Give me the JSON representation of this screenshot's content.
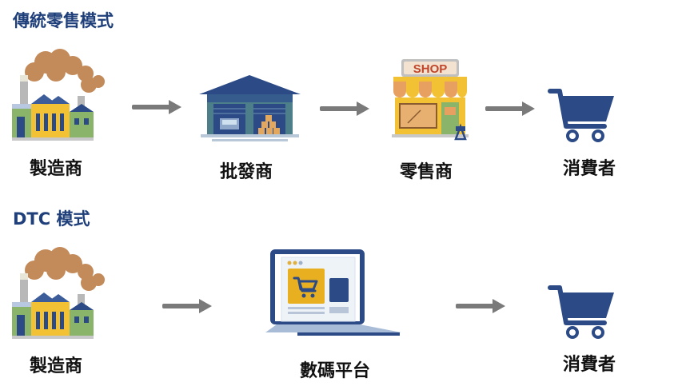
{
  "sections": [
    {
      "title": "傳統零售模式",
      "nodes": [
        {
          "label": "製造商",
          "icon": "factory-icon"
        },
        {
          "label": "批發商",
          "icon": "warehouse-icon"
        },
        {
          "label": "零售商",
          "icon": "shop-icon"
        },
        {
          "label": "消費者",
          "icon": "shopping-cart-icon"
        }
      ]
    },
    {
      "title": "DTC 模式",
      "nodes": [
        {
          "label": "製造商",
          "icon": "factory-icon"
        },
        {
          "label": "數碼平台",
          "icon": "laptop-icon"
        },
        {
          "label": "消費者",
          "icon": "shopping-cart-icon"
        }
      ]
    }
  ],
  "shop_sign": "SHOP",
  "colors": {
    "heading": "#1f3f7a",
    "arrow": "#7a7a7a",
    "navy": "#2b4a86",
    "yellow": "#f2c234",
    "smoke": "#c38a5a",
    "green": "#8ab46a"
  }
}
